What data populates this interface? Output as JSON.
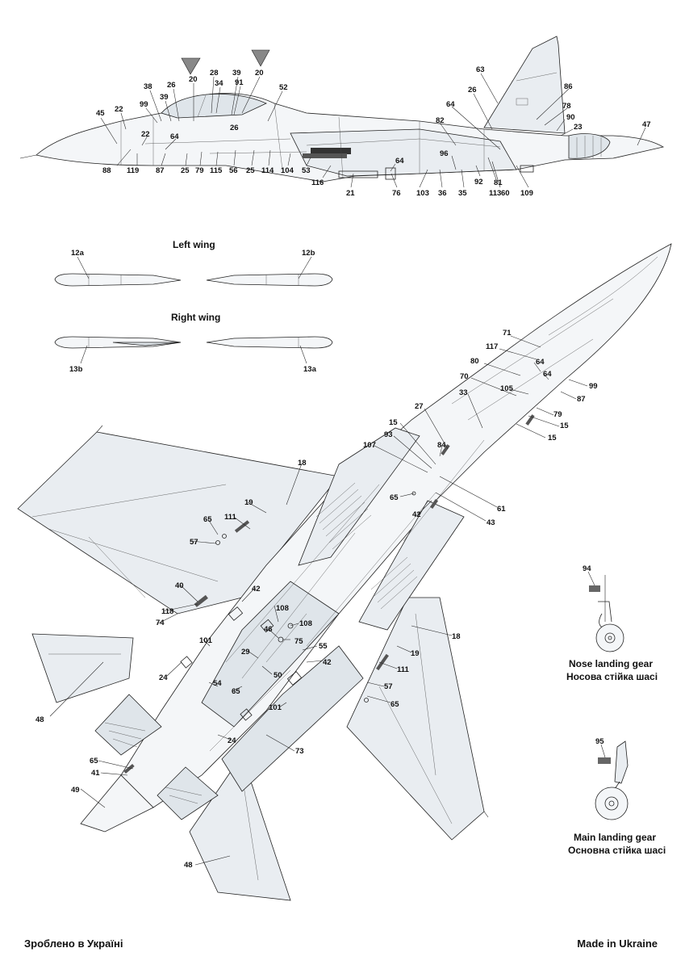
{
  "footer": {
    "left": "Зроблено в Україні",
    "right": "Made in Ukraine"
  },
  "sections": {
    "left_wing": "Left wing",
    "right_wing": "Right wing"
  },
  "gear": {
    "nose_en": "Nose landing gear",
    "nose_ua": "Носова стійка шасі",
    "nose_callout": "94",
    "main_en": "Main landing gear",
    "main_ua": "Основна стійка шасі",
    "main_callout": "95"
  },
  "side_view_callouts": [
    "45",
    "22",
    "99",
    "38",
    "39",
    "26",
    "20",
    "28",
    "34",
    "39",
    "91",
    "20",
    "52",
    "63",
    "26",
    "86",
    "64",
    "78",
    "82",
    "90",
    "23",
    "47",
    "22",
    "64",
    "88",
    "119",
    "87",
    "25",
    "79",
    "115",
    "56",
    "25",
    "114",
    "104",
    "53",
    "116",
    "21",
    "64",
    "76",
    "96",
    "103",
    "36",
    "35",
    "92",
    "81",
    "113",
    "60",
    "109",
    "26"
  ],
  "wing_callouts": [
    "12a",
    "12b",
    "13b",
    "13a"
  ],
  "plan_view_callouts": [
    "71",
    "117",
    "80",
    "64",
    "64",
    "99",
    "70",
    "105",
    "87",
    "33",
    "79",
    "27",
    "15",
    "15",
    "15",
    "93",
    "107",
    "84",
    "18",
    "65",
    "19",
    "61",
    "111",
    "42",
    "43",
    "65",
    "57",
    "40",
    "42",
    "118",
    "108",
    "74",
    "46",
    "108",
    "75",
    "101",
    "55",
    "29",
    "24",
    "50",
    "42",
    "54",
    "65",
    "101",
    "18",
    "19",
    "111",
    "57",
    "65",
    "48",
    "24",
    "73",
    "65",
    "41",
    "49",
    "48"
  ]
}
